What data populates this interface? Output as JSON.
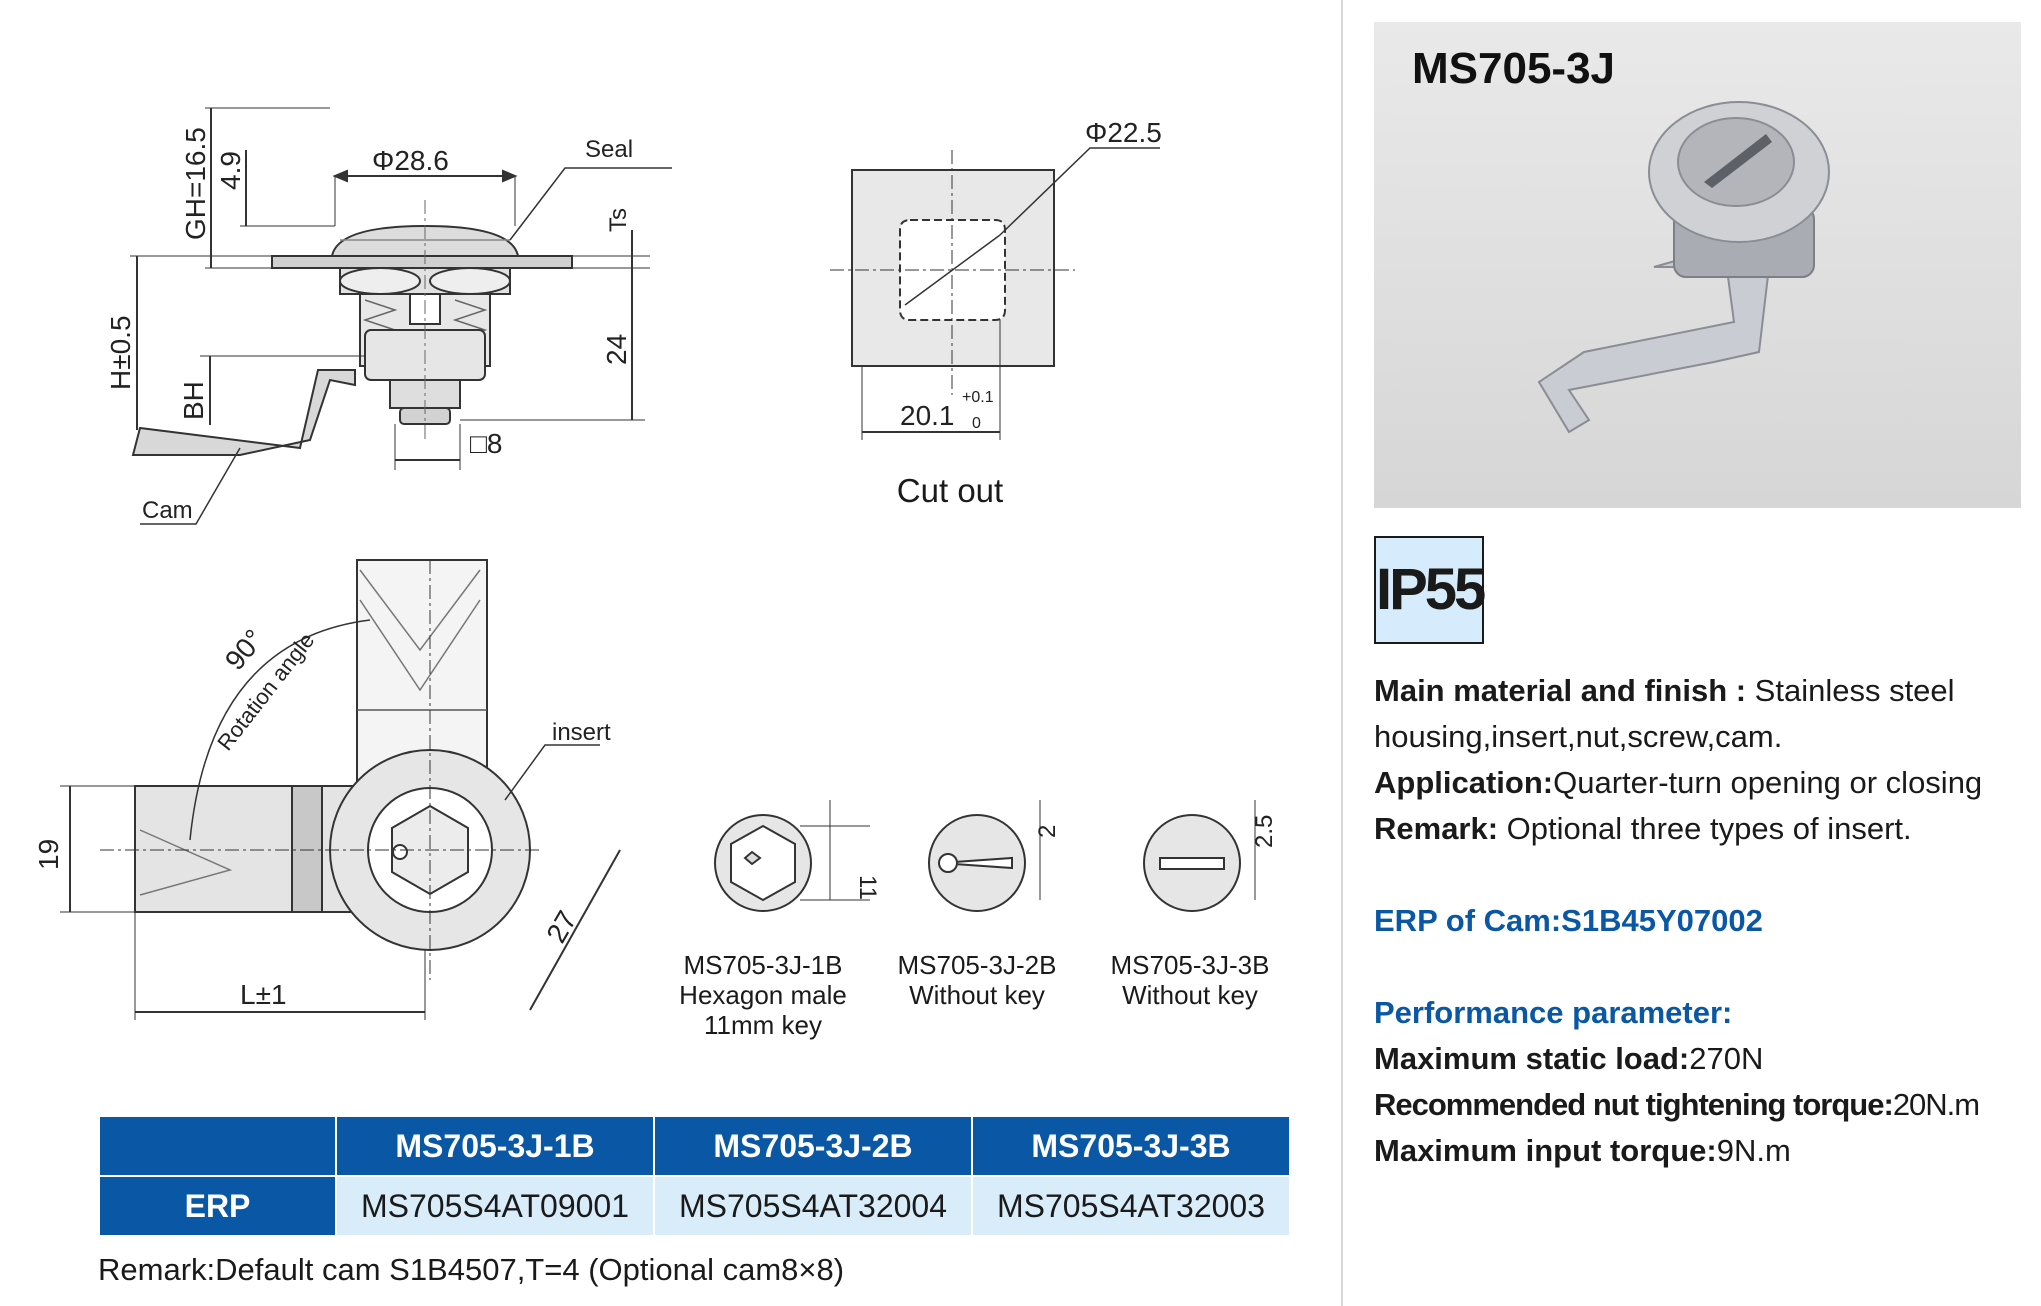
{
  "drawing": {
    "labels": {
      "seal": "Seal",
      "cam": "Cam",
      "dia_head": "Φ28.6",
      "gh": "GH=16.5",
      "dim_49": "4.9",
      "h": "H±0.5",
      "bh": "BH",
      "ts": "Ts",
      "dim_24": "24",
      "sq8": "□8",
      "dia_cut": "Φ22.5",
      "cut_w": "20.1",
      "tol_plus": "+0.1",
      "tol_zero": "0",
      "angle": "90°",
      "rotation": "Rotation angle",
      "insert": "insert",
      "dim_19": "19",
      "dim_27": "27",
      "l": "L±1",
      "dim_11": "11",
      "dim_2": "2",
      "dim_25": "2.5"
    },
    "cutout_title": "Cut out",
    "variants": [
      {
        "name": "MS705-3J-1B",
        "desc1": "Hexagon male",
        "desc2": "11mm key"
      },
      {
        "name": "MS705-3J-2B",
        "desc1": "Without key",
        "desc2": ""
      },
      {
        "name": "MS705-3J-3B",
        "desc1": "Without key",
        "desc2": ""
      }
    ]
  },
  "table": {
    "headers": [
      "MS705-3J-1B",
      "MS705-3J-2B",
      "MS705-3J-3B"
    ],
    "row_label": "ERP",
    "row_values": [
      "MS705S4AT09001",
      "MS705S4AT32004",
      "MS705S4AT32003"
    ]
  },
  "remark_bottom": "Remark:Default cam S1B4507,T=4 (Optional cam8×8)",
  "product": {
    "title": "MS705-3J",
    "ip_rating": "IP55"
  },
  "specs": {
    "material_label": "Main material and finish :",
    "material_value": " Stainless steel housing,insert,nut,screw,cam.",
    "application_label": "Application:",
    "application_value": "Quarter-turn opening or closing",
    "remark_label": "Remark:",
    "remark_value": " Optional three types of insert.",
    "erp_cam": "ERP of Cam:S1B45Y07002",
    "performance_title": "Performance parameter:",
    "load_label": "Maximum static load:",
    "load_value": "270N",
    "torque_label": "Recommended nut tightening torque:",
    "torque_value": "20N.m",
    "input_label": "Maximum input torque:",
    "input_value": "9N.m"
  },
  "colors": {
    "accent_blue": "#0a57a6",
    "table_light": "#d9ecfa",
    "ip_badge_bg": "#d6ebfb"
  }
}
